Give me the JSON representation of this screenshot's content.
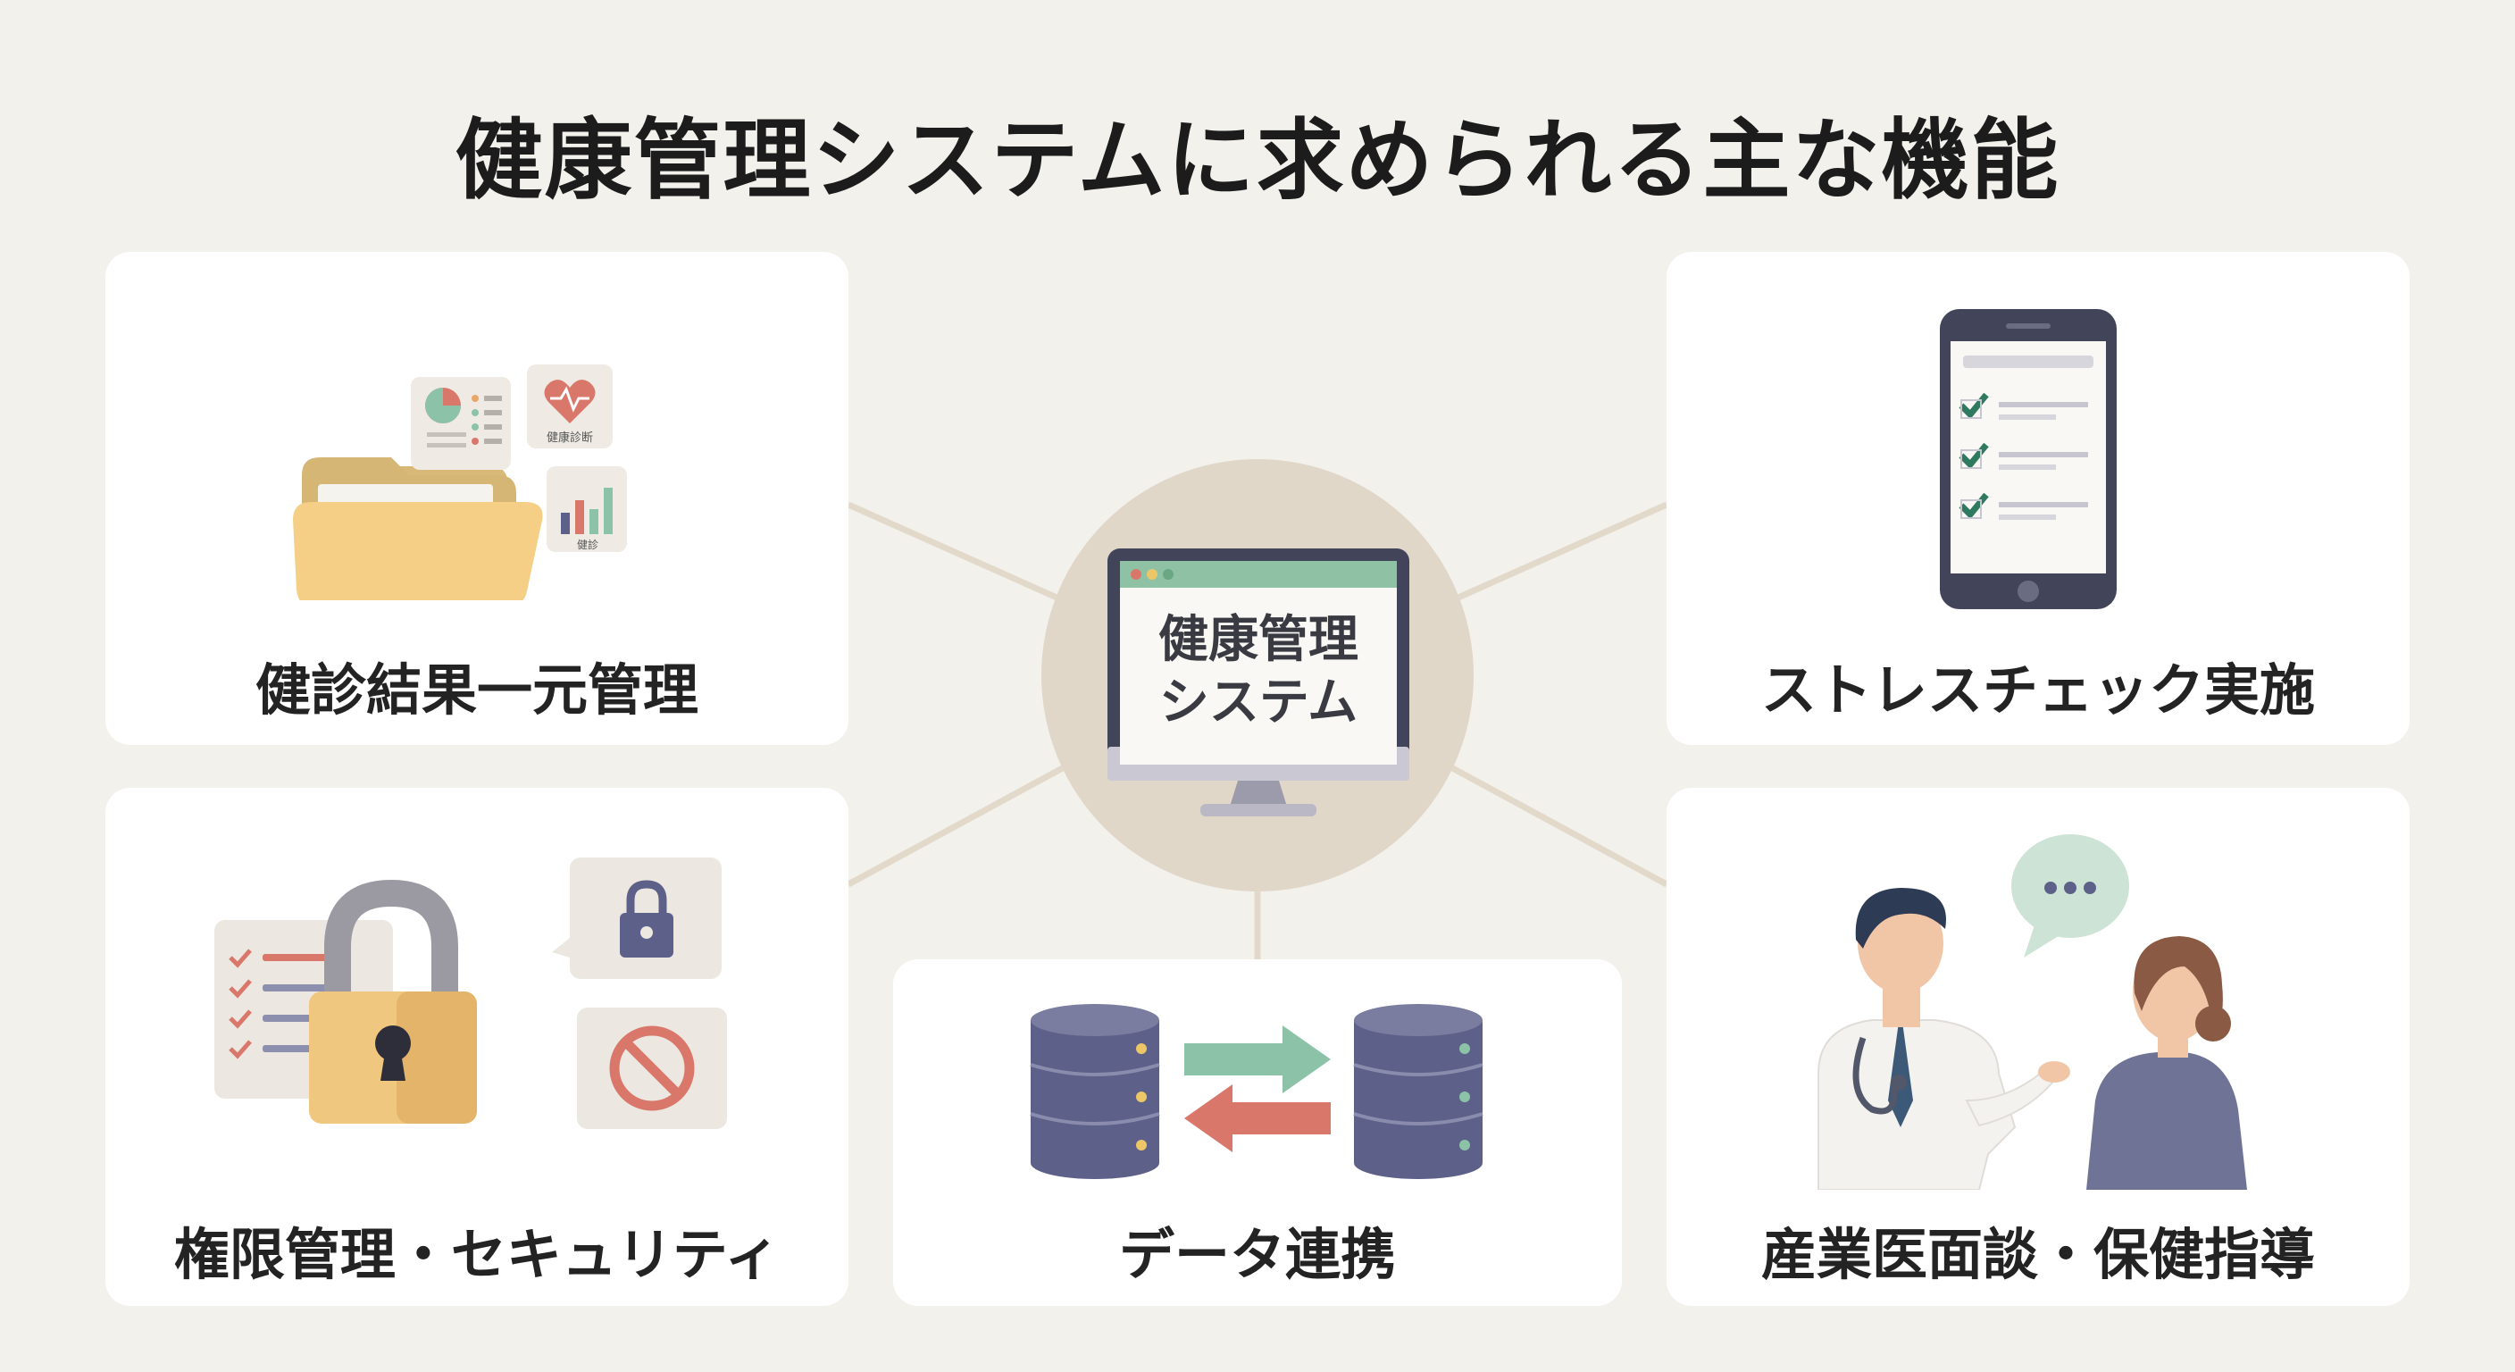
{
  "title": "健康管理システムに求められる主な機能",
  "center": {
    "line1": "健康管理",
    "line2": "システム"
  },
  "cards": {
    "checkup": {
      "label": "健診結果一元管理",
      "doc_health_label": "健康診断",
      "doc_chart_label": "健診"
    },
    "stress": {
      "label": "ストレスチェック実施"
    },
    "security": {
      "label": "権限管理・セキュリティ"
    },
    "data": {
      "label": "データ連携"
    },
    "interview": {
      "label": "産業医面談・保健指導"
    }
  },
  "colors": {
    "background": "#f3f1ec",
    "card": "#ffffff",
    "hub": "#e1d7c9",
    "folder": "#f3d08a",
    "accent_green": "#8cc3a8",
    "accent_red": "#d9776b",
    "navy": "#5d6088"
  }
}
